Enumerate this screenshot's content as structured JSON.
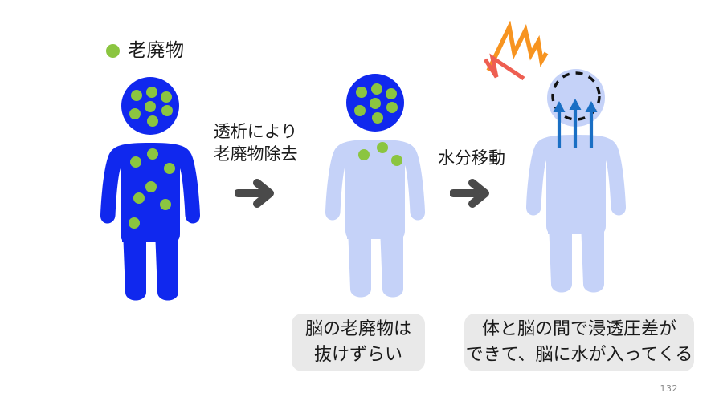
{
  "slide": {
    "page_number": "132",
    "background_color": "#FFFFFF"
  },
  "legend": {
    "icon": "green-dot",
    "label": "老廃物",
    "dot_color": "#8BC540"
  },
  "colors": {
    "deep_blue": "#1028EE",
    "light_blue": "#C5D2F8",
    "waste_green": "#8BC540",
    "arrow_gray": "#4A4A4A",
    "water_arrow_blue": "#1A6FC4",
    "lightning_orange": "#F79420",
    "lightning_red": "#EE5F52",
    "note_background": "#E9E9E9",
    "dashed_outline": "#111111"
  },
  "figures": [
    {
      "id": "figure-before-dialysis",
      "body_color": "#1028EE",
      "head_color": "#1028EE",
      "head_dot_count": 7,
      "body_dot_count": 7,
      "head_dashed_circle": false,
      "water_arrows": 0
    },
    {
      "id": "figure-after-dialysis",
      "body_color": "#C5D2F8",
      "head_color": "#1028EE",
      "head_dot_count": 7,
      "body_dot_count": 3,
      "head_dashed_circle": false,
      "water_arrows": 0
    },
    {
      "id": "figure-brain-edema",
      "body_color": "#C5D2F8",
      "head_color": "#C5D2F8",
      "head_dot_count": 0,
      "body_dot_count": 0,
      "head_dashed_circle": true,
      "water_arrows": 3
    }
  ],
  "steps": [
    {
      "id": "step-dialysis",
      "lines": [
        "透析により",
        "老廃物除去"
      ],
      "arrow": "arrow-right"
    },
    {
      "id": "step-water-shift",
      "lines": [
        "水分移動"
      ],
      "arrow": "arrow-right"
    }
  ],
  "notes": [
    {
      "id": "note-brain-waste",
      "lines": [
        "脳の老廃物は",
        "抜けずらい"
      ]
    },
    {
      "id": "note-osmotic-gradient",
      "lines": [
        "体と脳の間で浸透圧差が",
        "できて、脳に水が入ってくる"
      ]
    }
  ],
  "lightning": {
    "orange_label": "lightning-bolt-orange",
    "red_label": "lightning-bolt-red"
  }
}
